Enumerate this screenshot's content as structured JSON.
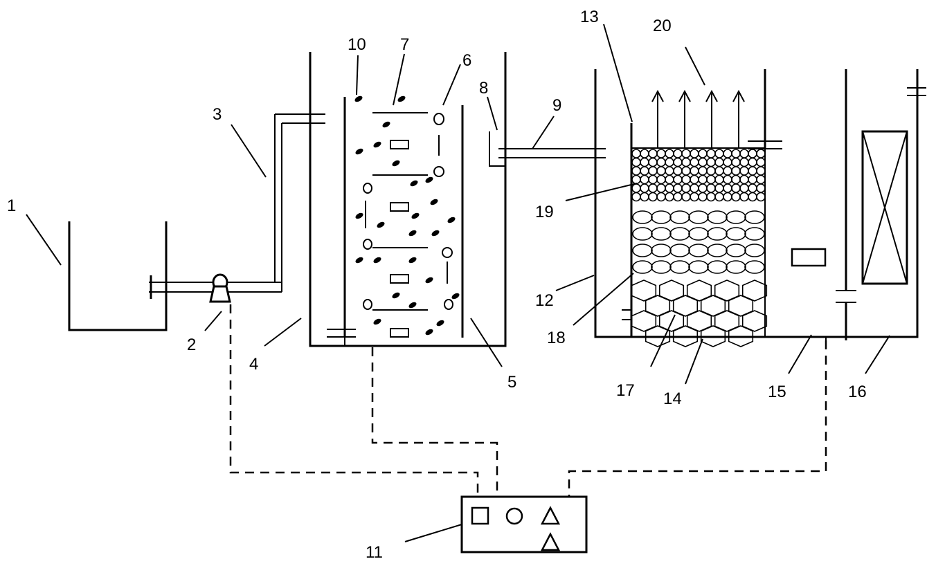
{
  "labels": {
    "l1": "1",
    "l2": "2",
    "l3": "3",
    "l4": "4",
    "l5": "5",
    "l6": "6",
    "l7": "7",
    "l8": "8",
    "l9": "9",
    "l10": "10",
    "l11": "11",
    "l12": "12",
    "l13": "13",
    "l14": "14",
    "l15": "15",
    "l16": "16",
    "l17": "17",
    "l18": "18",
    "l19": "19",
    "l20": "20"
  },
  "colors": {
    "stroke": "#000000",
    "background": "#ffffff"
  },
  "icons": {
    "pump": "pump-icon",
    "controller": [
      "square-icon",
      "circle-icon",
      "triangle-icon",
      "triangle-icon"
    ],
    "uv_lamp": "crossed-box-icon"
  }
}
